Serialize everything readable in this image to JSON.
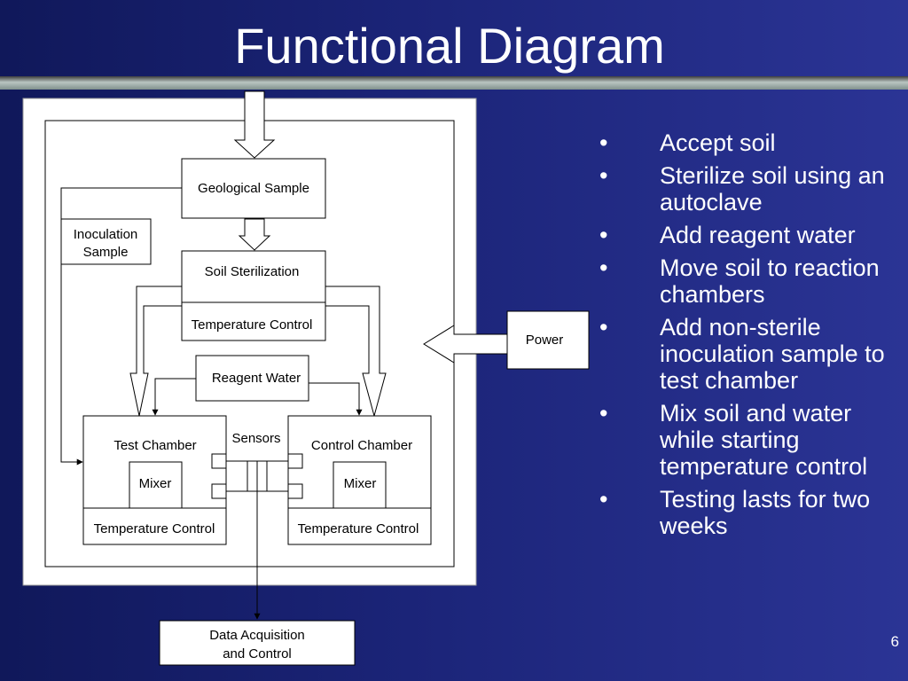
{
  "slide": {
    "title": "Functional Diagram",
    "page_number": "6"
  },
  "diagram": {
    "geological_sample": "Geological Sample",
    "inoculation_sample": [
      "Inoculation",
      "Sample"
    ],
    "soil_sterilization": "Soil Sterilization",
    "sterilization_temperature_control": "Temperature Control",
    "reagent_water": "Reagent Water",
    "power": "Power",
    "sensors": "Sensors",
    "test_chamber": "Test Chamber",
    "test_mixer": "Mixer",
    "test_temperature_control": "Temperature Control",
    "control_chamber": "Control Chamber",
    "control_mixer": "Mixer",
    "control_temperature_control": "Temperature Control",
    "data_acquisition": [
      "Data Acquisition",
      "and Control"
    ]
  },
  "bullets": [
    "Accept soil",
    "Sterilize soil using an autoclave",
    "Add reagent water",
    "Move soil to reaction chambers",
    "Add non-sterile inoculation sample to test chamber",
    "Mix soil and water while starting temperature control",
    "Testing lasts for two weeks"
  ]
}
